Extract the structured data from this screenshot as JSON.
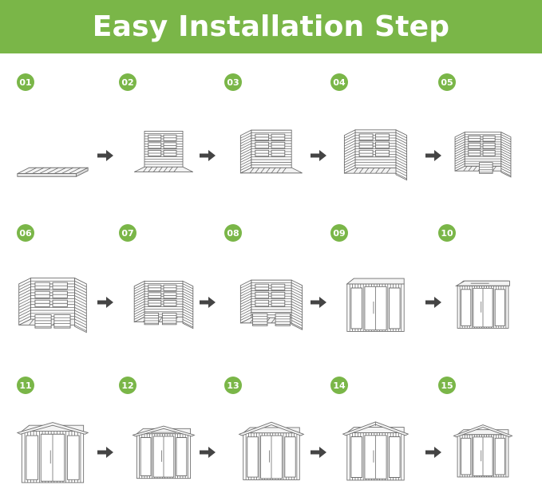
{
  "title": "Easy Installation Step",
  "accent_color": "#7ab648",
  "line_color": "#6f6f6f",
  "arrow_color": "#444444",
  "steps": [
    {
      "label": "01",
      "stage": "floor"
    },
    {
      "label": "02",
      "stage": "back-wall"
    },
    {
      "label": "03",
      "stage": "left-wall"
    },
    {
      "label": "04",
      "stage": "right-wall"
    },
    {
      "label": "05",
      "stage": "bench-support"
    },
    {
      "label": "06",
      "stage": "bench"
    },
    {
      "label": "07",
      "stage": "front-bench"
    },
    {
      "label": "08",
      "stage": "second-bench"
    },
    {
      "label": "09",
      "stage": "front-panel"
    },
    {
      "label": "10",
      "stage": "roof-panel"
    },
    {
      "label": "11",
      "stage": "roof-frame"
    },
    {
      "label": "12",
      "stage": "roof-boards"
    },
    {
      "label": "13",
      "stage": "roof-cover"
    },
    {
      "label": "14",
      "stage": "roof-top"
    },
    {
      "label": "15",
      "stage": "complete"
    }
  ]
}
